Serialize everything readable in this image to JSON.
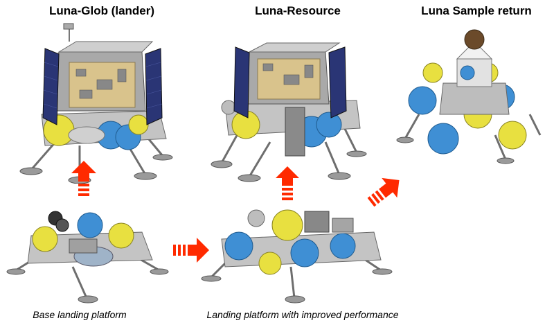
{
  "titles": {
    "glob": "Luna-Glob (lander)",
    "resource": "Luna-Resource",
    "sample": "Luna Sample return"
  },
  "captions": {
    "base": "Base landing platform",
    "improved": "Landing platform with improved performance"
  },
  "colors": {
    "arrow": "#ff2a00",
    "solar_panel": "#2a3575",
    "instrument_panel": "#d9c38c",
    "tank_blue": "#3f8fd4",
    "tank_yellow": "#e8e040",
    "structure_gray": "#b8b8b8"
  }
}
